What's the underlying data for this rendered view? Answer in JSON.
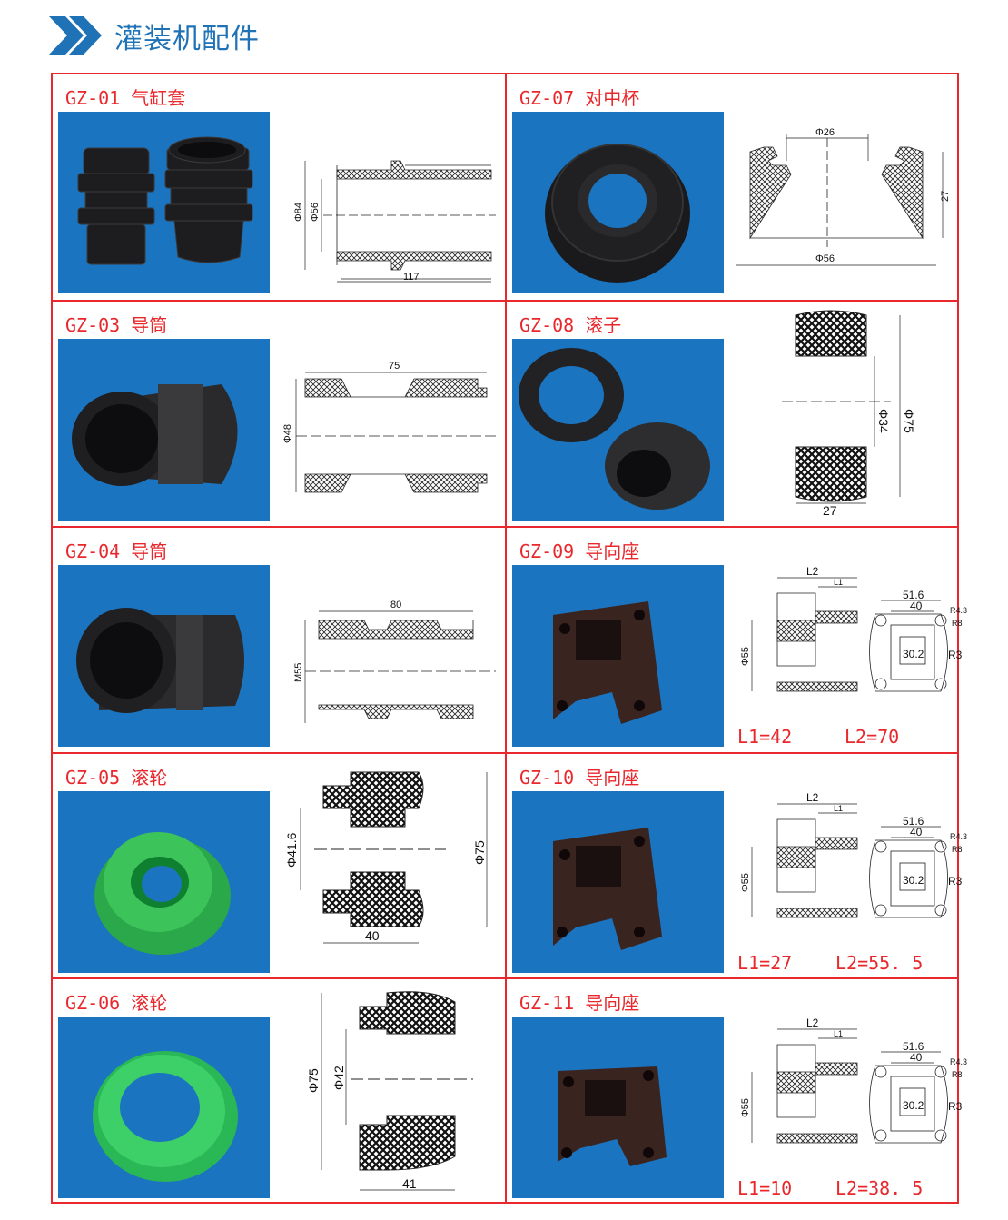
{
  "header": {
    "title": "灌装机配件"
  },
  "items": [
    {
      "code": "GZ-01 气缸套",
      "dims": {
        "d_outer": "Φ84",
        "d_inner": "Φ56",
        "length": "117"
      }
    },
    {
      "code": "GZ-07 对中杯",
      "dims": {
        "top": "Φ26",
        "height": "27",
        "bottom": "Φ56"
      }
    },
    {
      "code": "GZ-03 导筒",
      "dims": {
        "length": "75",
        "dia": "Φ48"
      }
    },
    {
      "code": "GZ-08 滚子",
      "dims": {
        "d_inner": "Φ34",
        "d_outer": "Φ75",
        "width": "27"
      }
    },
    {
      "code": "GZ-04 导筒",
      "dims": {
        "length": "80",
        "thread": "M55"
      }
    },
    {
      "code": "GZ-09 导向座",
      "dims": {
        "l2": "L2",
        "l1": "L1",
        "dia": "Φ55",
        "w1": "51.6",
        "w2": "40",
        "r1": "R4.3",
        "r2": "R8",
        "sq": "30.2",
        "r3": "R3"
      },
      "l1_value": "L1=42",
      "l2_value": "L2=70"
    },
    {
      "code": "GZ-05 滚轮",
      "dims": {
        "d_inner": "Φ41.6",
        "d_outer": "Φ75",
        "width": "40"
      }
    },
    {
      "code": "GZ-10 导向座",
      "dims": {
        "l2": "L2",
        "l1": "L1",
        "dia": "Φ55",
        "w1": "51.6",
        "w2": "40",
        "r1": "R4.3",
        "r2": "R8",
        "sq": "30.2",
        "r3": "R3"
      },
      "l1_value": "L1=27",
      "l2_value": "L2=55. 5"
    },
    {
      "code": "GZ-06 滚轮",
      "dims": {
        "d_outer": "Φ75",
        "d_inner": "Φ42",
        "width": "41"
      }
    },
    {
      "code": "GZ-11 导向座",
      "dims": {
        "l2": "L2",
        "l1": "L1",
        "dia": "Φ55",
        "w1": "51.6",
        "w2": "40",
        "r1": "R4.3",
        "r2": "R8",
        "sq": "30.2",
        "r3": "R3"
      },
      "l1_value": "L1=10",
      "l2_value": "L2=38. 5"
    }
  ],
  "colors": {
    "accent": "#e8282c",
    "brand": "#1f72b5",
    "photo_bg": "#1b74bf"
  }
}
